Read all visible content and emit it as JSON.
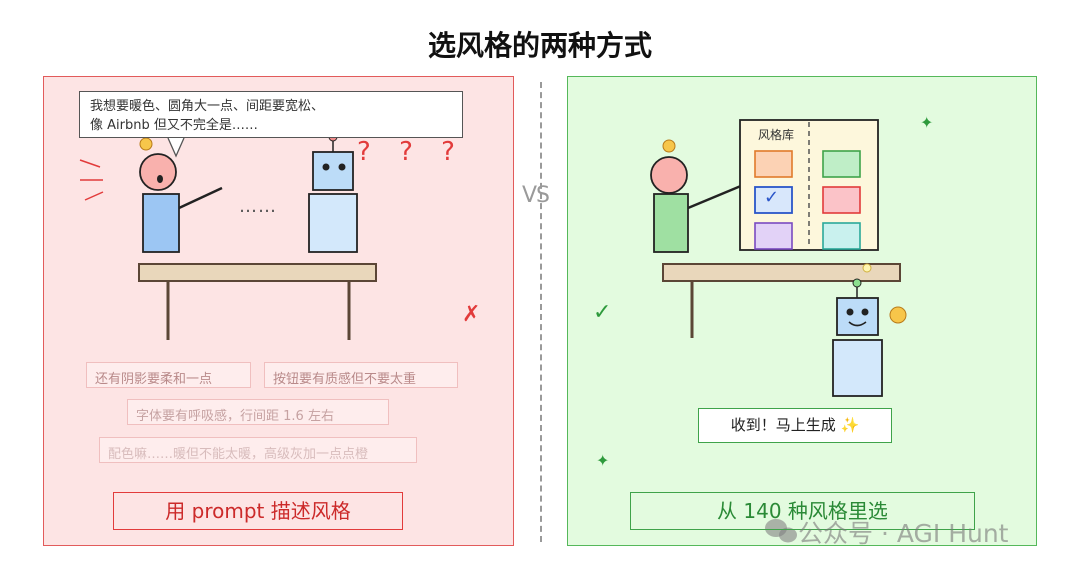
{
  "title": "选风格的两种方式",
  "vs": "VS",
  "left": {
    "bubble_line1": "我想要暖色、圆角大一点、间距要宽松、",
    "bubble_line2": "像 Airbnb 但又不完全是……",
    "question_marks": "? ? ?",
    "dots": "……",
    "requests": [
      "还有阴影要柔和一点",
      "按钮要有质感但不要太重",
      "字体要有呼吸感，行间距 1.6 左右",
      "配色嘛……暖但不能太暖，高级灰加一点点橙"
    ],
    "cross": "✗",
    "label": "用 prompt 描述风格"
  },
  "right": {
    "library_title": "风格库",
    "check": "✓",
    "side_check": "✓",
    "reply": "收到！马上生成 ✨",
    "label": "从 140 种风格里选",
    "sparkle": "✦"
  },
  "watermark": "公众号 · AGI Hunt",
  "colors": {
    "left_bg": "#fde4e4",
    "left_accent": "#e23b3b",
    "right_bg": "#e3fbdf",
    "right_accent": "#3fa34a"
  }
}
